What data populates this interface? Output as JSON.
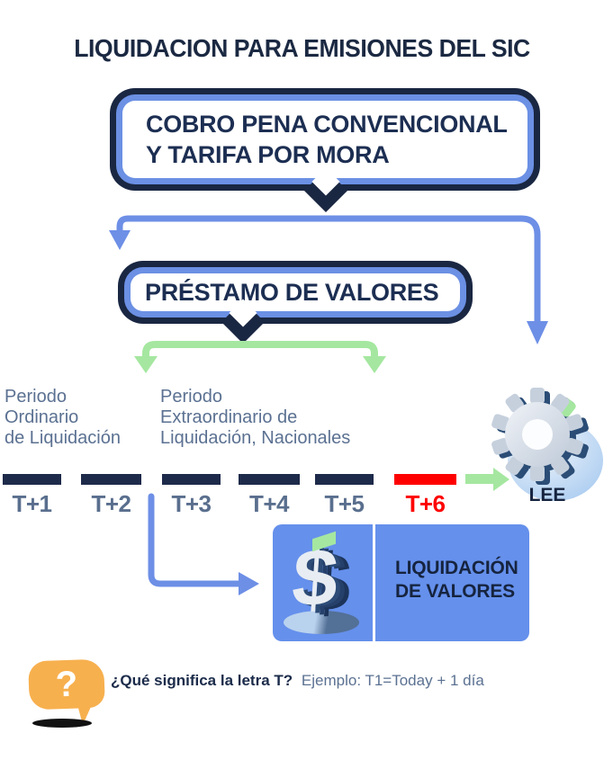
{
  "title": "LIQUIDACION PARA EMISIONES DEL SIC",
  "flow": {
    "main_box": {
      "line1": "COBRO PENA CONVENCIONAL",
      "line2": "Y TARIFA POR MORA"
    },
    "loan_box": {
      "label": "PRÉSTAMO DE VALORES"
    }
  },
  "periods": {
    "ordinary": {
      "line1": "Periodo",
      "line2": "Ordinario",
      "line3": "de Liquidación"
    },
    "extraordinary": {
      "line1": "Periodo",
      "line2": "Extraordinario de",
      "line3": "Liquidación, Nacionales"
    }
  },
  "timeline": {
    "segments": [
      {
        "label": "T+1",
        "bar_color": "#1e2a4a",
        "text_color": "#5a6f8e"
      },
      {
        "label": "T+2",
        "bar_color": "#1e2a4a",
        "text_color": "#5a6f8e"
      },
      {
        "label": "T+3",
        "bar_color": "#1e2a4a",
        "text_color": "#5a6f8e"
      },
      {
        "label": "T+4",
        "bar_color": "#1e2a4a",
        "text_color": "#5a6f8e"
      },
      {
        "label": "T+5",
        "bar_color": "#1e2a4a",
        "text_color": "#5a6f8e"
      },
      {
        "label": "T+6",
        "bar_color": "#fe0000",
        "text_color": "#fe0000"
      }
    ]
  },
  "lee": {
    "label": "LEE",
    "icon": "gear-icon"
  },
  "settlement": {
    "line1": "LIQUIDACIÓN",
    "line2": "DE VALORES",
    "icon": "dollar-sign-icon"
  },
  "footnote": {
    "icon": "question-bubble-icon",
    "question_mark": "?",
    "question_bold": "¿Qué significa la letra T?",
    "example": "Ejemplo: T1=Today + 1 día"
  },
  "colors": {
    "navy_border": "#1a2742",
    "text_navy": "#1c2e52",
    "cornflower_border": "#6b90e4",
    "arrow_blue": "#6d8fe6",
    "arrow_green": "#a5e7a0",
    "slate_text": "#5b7192",
    "bar_navy": "#1e2a4a",
    "bar_red": "#fe0000",
    "settlement_box_blue": "#6590ec",
    "bubble_orange": "#f7b04e"
  }
}
